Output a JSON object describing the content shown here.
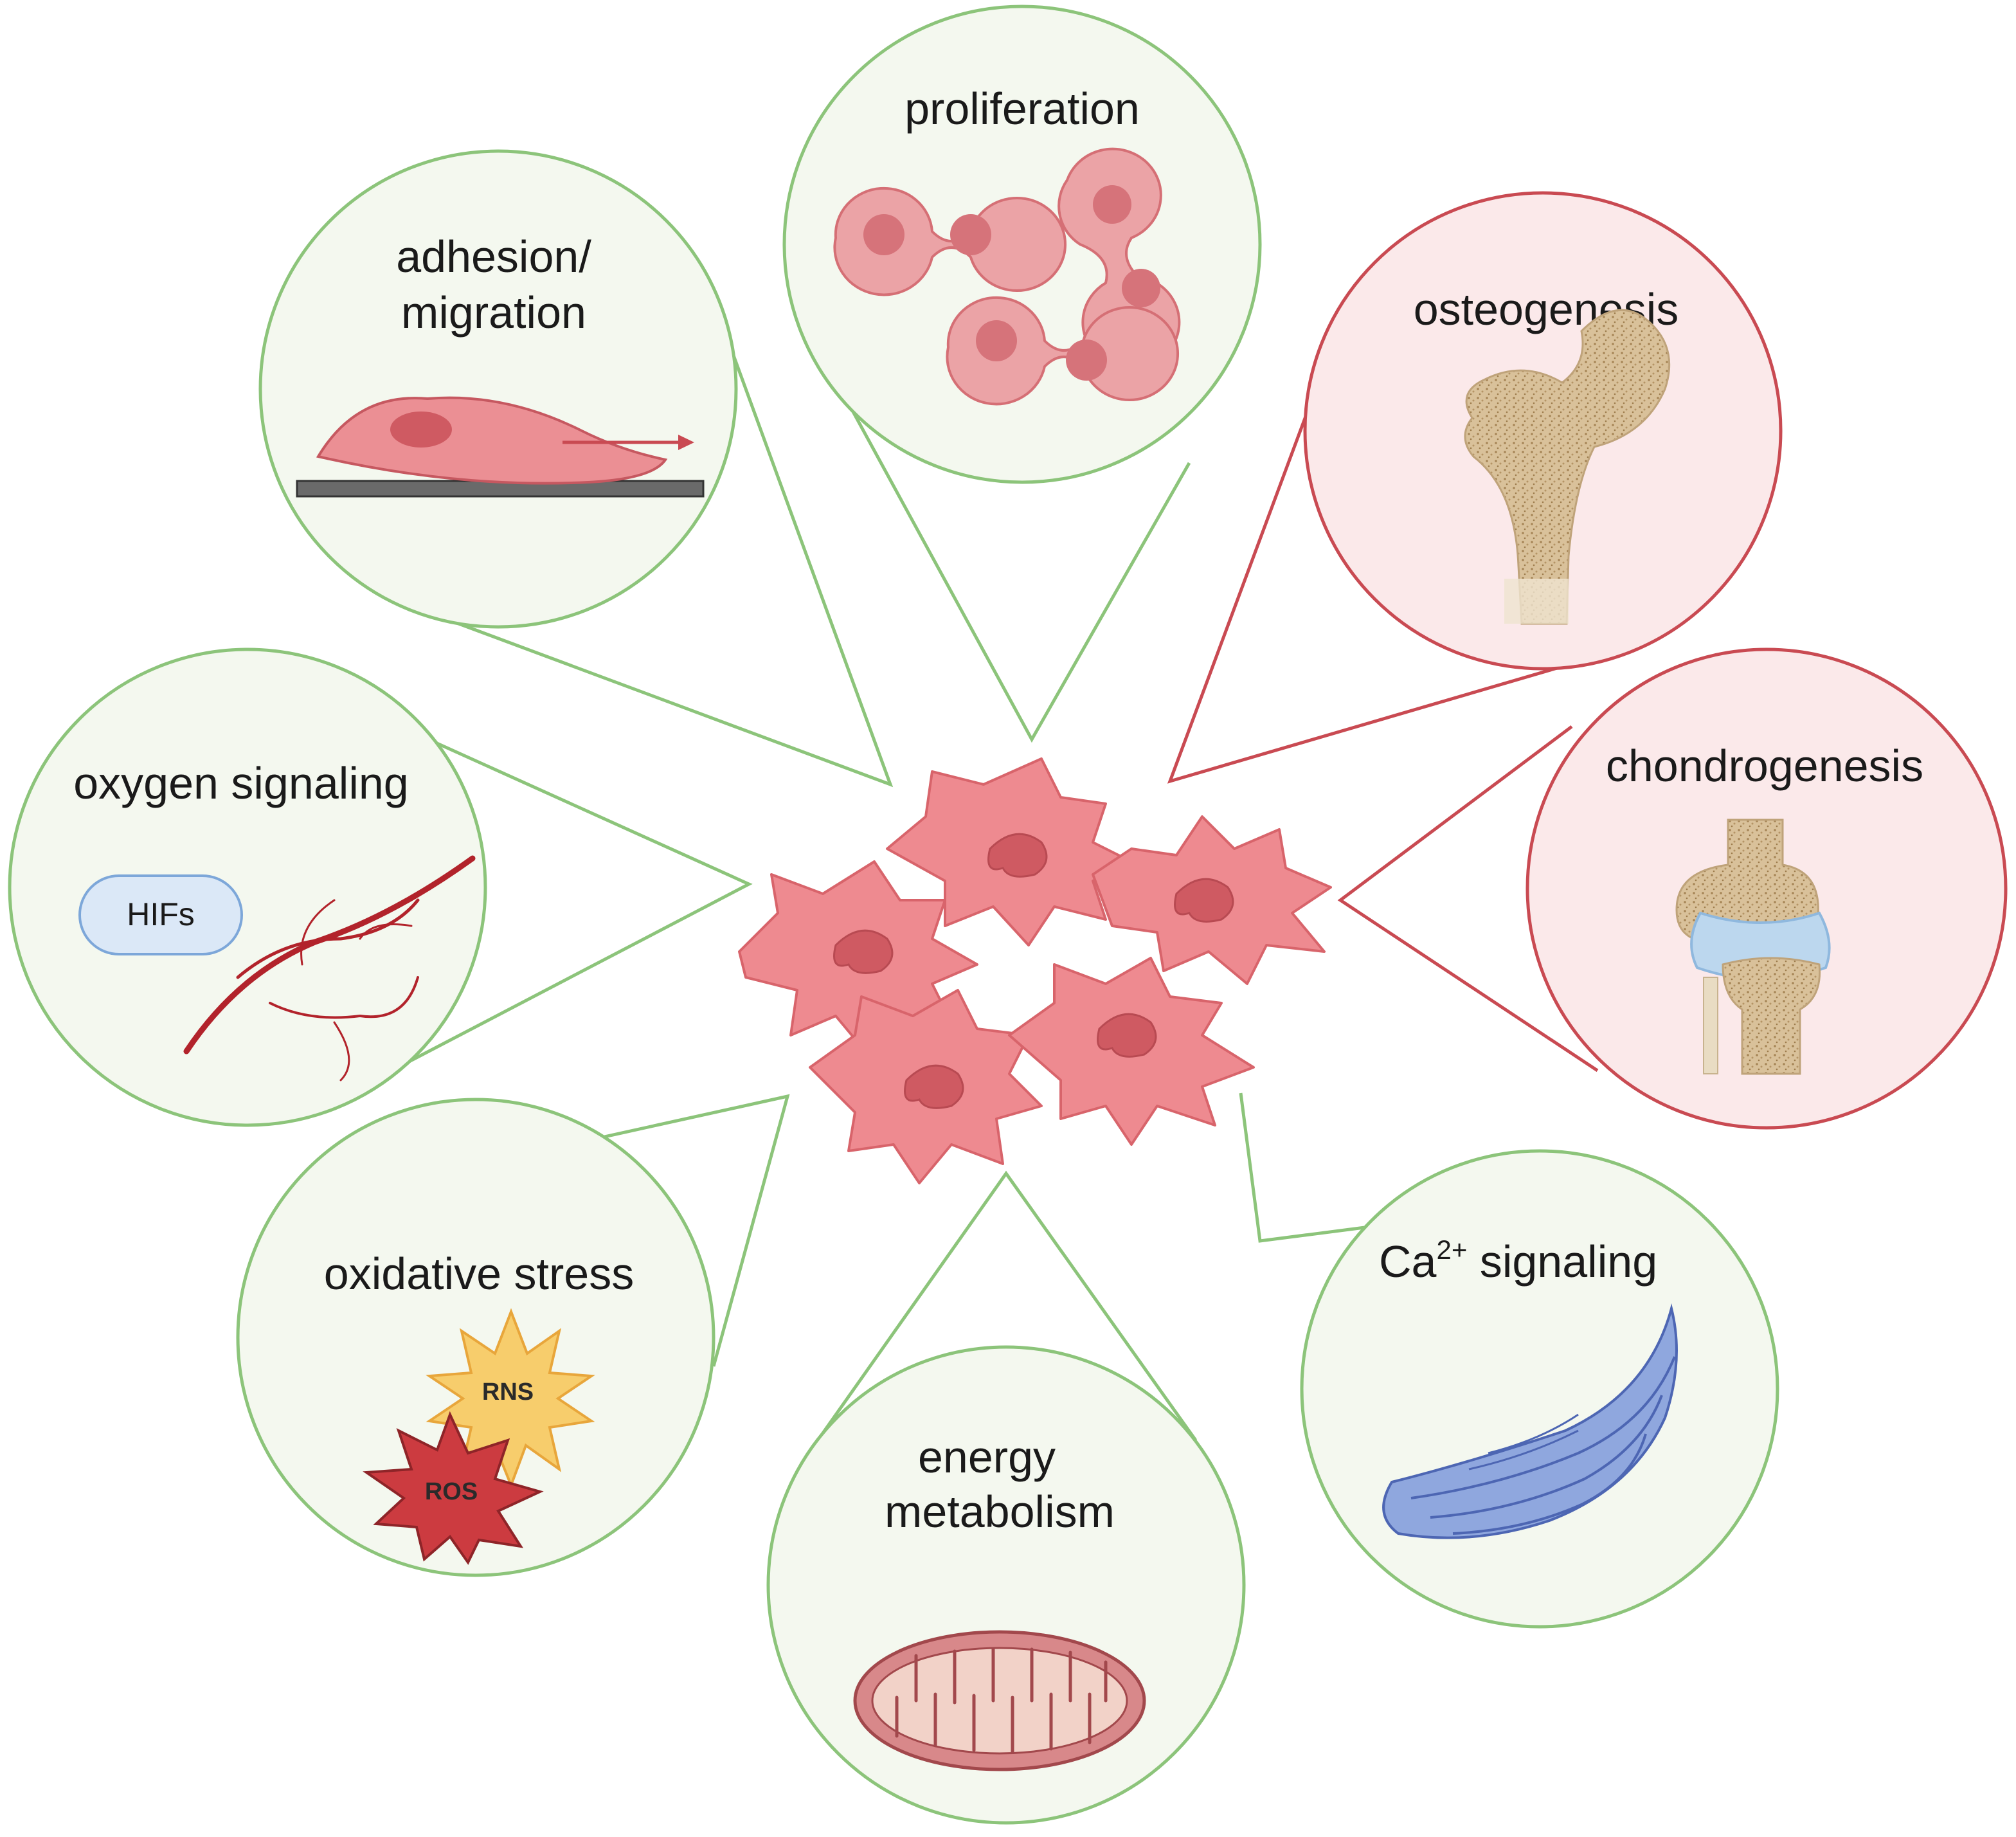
{
  "colors": {
    "green_border": "#8cc47a",
    "green_fill": "#f4f8ef",
    "red_border": "#c94a52",
    "red_fill": "#fbe9ea",
    "cell_fill": "#ee8a90",
    "cell_nucleus": "#cf5a62",
    "cell_outline": "#d8646b"
  },
  "center": {
    "icon": "mesenchymal-stem-cells"
  },
  "processes": {
    "proliferation": {
      "label": "proliferation",
      "icon": "dividing-cells-icon"
    },
    "adhesion": {
      "label_line1": "adhesion/",
      "label_line2": "migration",
      "icon": "migrating-cell-icon"
    },
    "osteogenesis": {
      "label": "osteogenesis",
      "icon": "femur-bone-icon"
    },
    "chondrogenesis": {
      "label": "chondrogenesis",
      "icon": "knee-joint-icon"
    },
    "oxygen": {
      "label": "oxygen signaling",
      "badge": "HIFs",
      "icon": "blood-vessels-icon"
    },
    "oxidative": {
      "label": "oxidative stress",
      "star1": "RNS",
      "star2": "ROS",
      "icon": "reactive-species-icon"
    },
    "energy": {
      "label_line1": "energy",
      "label_line2": "metabolism",
      "icon": "mitochondrion-icon"
    },
    "calcium": {
      "label_prefix": "Ca",
      "label_sup": "2+",
      "label_suffix": " signaling",
      "icon": "endoplasmic-reticulum-icon"
    }
  }
}
